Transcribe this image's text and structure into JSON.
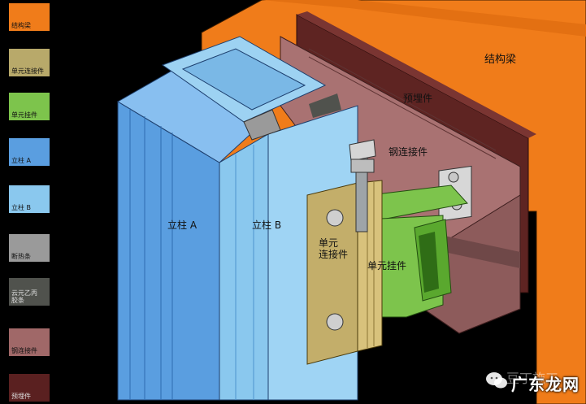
{
  "legend": [
    {
      "label": "结构梁",
      "color": "#f07c1a"
    },
    {
      "label": "单元连接件",
      "color": "#b8a96a"
    },
    {
      "label": "单元挂件",
      "color": "#7dc44c"
    },
    {
      "label": "立柱 A",
      "color": "#5a9ee0"
    },
    {
      "label": "立柱 B",
      "color": "#8ac8ee"
    },
    {
      "label": "断热条",
      "color": "#9a9a9a"
    },
    {
      "label": "云元乙丙\n胶条",
      "color": "#50524d"
    },
    {
      "label": "钢连接件",
      "color": "#a06868"
    },
    {
      "label": "预埋件",
      "color": "#5a2020"
    }
  ],
  "labels": {
    "structural_beam": "结构梁",
    "embedded_part": "预埋件",
    "steel_connector": "钢连接件",
    "mullion_a": "立柱 A",
    "mullion_b": "立柱 B",
    "unit_connector": "单元\n连接件",
    "unit_hanger": "单元挂件"
  },
  "watermark": {
    "text": "广东龙网",
    "faint_text": "豆丁施工"
  }
}
